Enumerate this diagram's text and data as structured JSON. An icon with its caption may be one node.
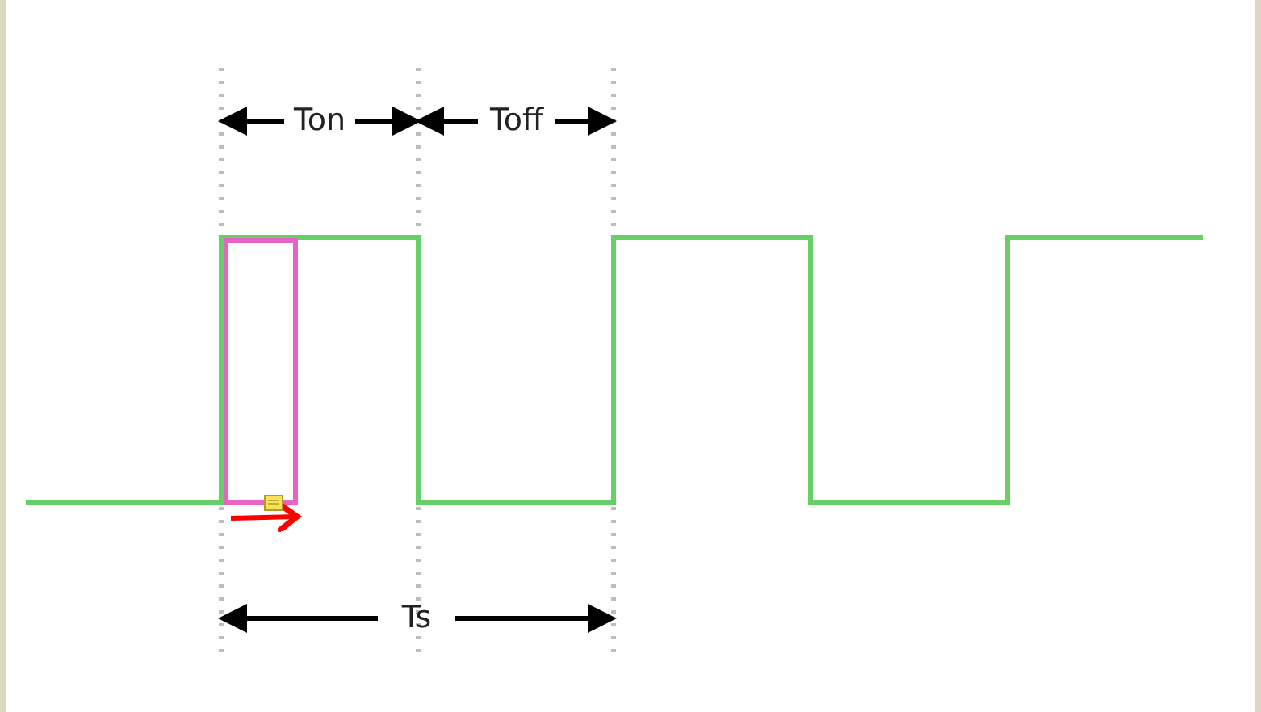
{
  "diagram": {
    "nodes": [
      {
        "text": [],
        "shape": "box"
      }
    ],
    "labels": [
      "Ton",
      "Toff",
      "Ts"
    ]
  }
}
